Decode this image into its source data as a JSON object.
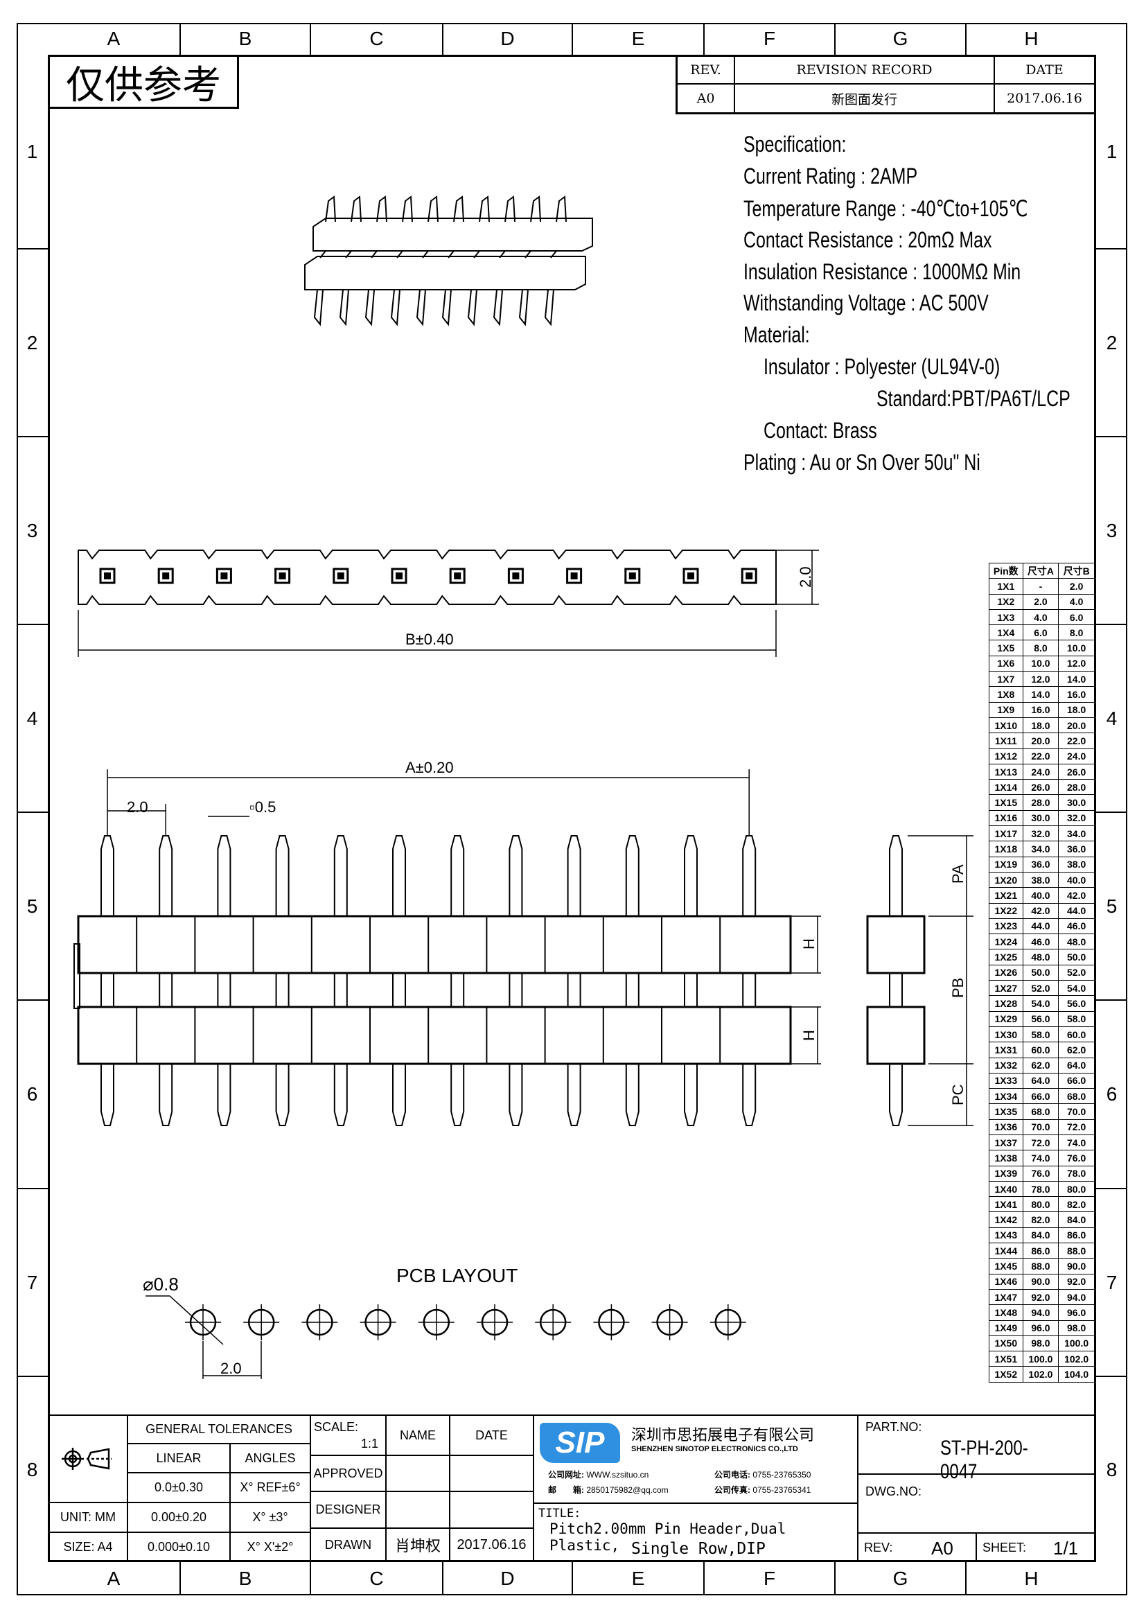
{
  "frame": {
    "columns": [
      "A",
      "B",
      "C",
      "D",
      "E",
      "F",
      "G",
      "H"
    ],
    "rows": [
      "1",
      "2",
      "3",
      "4",
      "5",
      "6",
      "7",
      "8"
    ]
  },
  "stamp": "仅供参考",
  "revision": {
    "headers": [
      "REV.",
      "REVISION RECORD",
      "DATE"
    ],
    "row": [
      "A0",
      "新图面发行",
      "2017.06.16"
    ]
  },
  "spec": {
    "lines": [
      "Specification:",
      "Current Rating : 2AMP",
      "Temperature Range : -40℃to+105℃",
      "Contact Resistance : 20mΩ Max",
      "Insulation Resistance : 1000MΩ Min",
      "Withstanding Voltage : AC 500V",
      "Material:",
      "Insulator : Polyester (UL94V-0)",
      "Standard:PBT/PA6T/LCP",
      "Contact: Brass",
      "Plating : Au or Sn Over 50u\" Ni"
    ]
  },
  "dims": {
    "b": "B±0.40",
    "height": "2.0",
    "a": "A±0.20",
    "pitch": "2.0",
    "pin_sq": "▫0.5",
    "h": "H",
    "pa": "PA",
    "pb": "PB",
    "pc": "PC",
    "pcb_title": "PCB LAYOUT",
    "hole": "⌀0.8",
    "pcb_pitch": "2.0"
  },
  "pin_table": {
    "headers": [
      "Pin数",
      "尺寸A",
      "尺寸B"
    ],
    "rows": [
      [
        "1X1",
        "-",
        "2.0"
      ],
      [
        "1X2",
        "2.0",
        "4.0"
      ],
      [
        "1X3",
        "4.0",
        "6.0"
      ],
      [
        "1X4",
        "6.0",
        "8.0"
      ],
      [
        "1X5",
        "8.0",
        "10.0"
      ],
      [
        "1X6",
        "10.0",
        "12.0"
      ],
      [
        "1X7",
        "12.0",
        "14.0"
      ],
      [
        "1X8",
        "14.0",
        "16.0"
      ],
      [
        "1X9",
        "16.0",
        "18.0"
      ],
      [
        "1X10",
        "18.0",
        "20.0"
      ],
      [
        "1X11",
        "20.0",
        "22.0"
      ],
      [
        "1X12",
        "22.0",
        "24.0"
      ],
      [
        "1X13",
        "24.0",
        "26.0"
      ],
      [
        "1X14",
        "26.0",
        "28.0"
      ],
      [
        "1X15",
        "28.0",
        "30.0"
      ],
      [
        "1X16",
        "30.0",
        "32.0"
      ],
      [
        "1X17",
        "32.0",
        "34.0"
      ],
      [
        "1X18",
        "34.0",
        "36.0"
      ],
      [
        "1X19",
        "36.0",
        "38.0"
      ],
      [
        "1X20",
        "38.0",
        "40.0"
      ],
      [
        "1X21",
        "40.0",
        "42.0"
      ],
      [
        "1X22",
        "42.0",
        "44.0"
      ],
      [
        "1X23",
        "44.0",
        "46.0"
      ],
      [
        "1X24",
        "46.0",
        "48.0"
      ],
      [
        "1X25",
        "48.0",
        "50.0"
      ],
      [
        "1X26",
        "50.0",
        "52.0"
      ],
      [
        "1X27",
        "52.0",
        "54.0"
      ],
      [
        "1X28",
        "54.0",
        "56.0"
      ],
      [
        "1X29",
        "56.0",
        "58.0"
      ],
      [
        "1X30",
        "58.0",
        "60.0"
      ],
      [
        "1X31",
        "60.0",
        "62.0"
      ],
      [
        "1X32",
        "62.0",
        "64.0"
      ],
      [
        "1X33",
        "64.0",
        "66.0"
      ],
      [
        "1X34",
        "66.0",
        "68.0"
      ],
      [
        "1X35",
        "68.0",
        "70.0"
      ],
      [
        "1X36",
        "70.0",
        "72.0"
      ],
      [
        "1X37",
        "72.0",
        "74.0"
      ],
      [
        "1X38",
        "74.0",
        "76.0"
      ],
      [
        "1X39",
        "76.0",
        "78.0"
      ],
      [
        "1X40",
        "78.0",
        "80.0"
      ],
      [
        "1X41",
        "80.0",
        "82.0"
      ],
      [
        "1X42",
        "82.0",
        "84.0"
      ],
      [
        "1X43",
        "84.0",
        "86.0"
      ],
      [
        "1X44",
        "86.0",
        "88.0"
      ],
      [
        "1X45",
        "88.0",
        "90.0"
      ],
      [
        "1X46",
        "90.0",
        "92.0"
      ],
      [
        "1X47",
        "92.0",
        "94.0"
      ],
      [
        "1X48",
        "94.0",
        "96.0"
      ],
      [
        "1X49",
        "96.0",
        "98.0"
      ],
      [
        "1X50",
        "98.0",
        "100.0"
      ],
      [
        "1X51",
        "100.0",
        "102.0"
      ],
      [
        "1X52",
        "102.0",
        "104.0"
      ]
    ]
  },
  "title_block": {
    "general_tolerances": "GENERAL TOLERANCES",
    "linear": "LINEAR",
    "angles": "ANGLES",
    "tol_rows": [
      [
        "0.0±0.30",
        "X° REF±6°"
      ],
      [
        "0.00±0.20",
        "X° ±3°"
      ],
      [
        "0.000±0.10",
        "X° X'±2°"
      ]
    ],
    "unit": "UNIT: MM",
    "size": "SIZE: A4",
    "scale_label": "SCALE:",
    "scale_value": "1:1",
    "name": "NAME",
    "date": "DATE",
    "approved": "APPROVED",
    "designer": "DESIGNER",
    "drawn": "DRAWN",
    "drawn_name": "肖坤权",
    "drawn_date": "2017.06.16",
    "logo_text": "SIP",
    "company_cn": "深圳市思拓展电子有限公司",
    "company_en": "SHENZHEN SINOTOP ELECTRONICS CO.,LTD",
    "web_label": "公司网址:",
    "web": "WWW.szsituo.cn",
    "mail_label": "邮　　箱:",
    "mail": "2850175982@qq.com",
    "tel_label": "公司电话:",
    "tel": "0755-23765350",
    "fax_label": "公司传真:",
    "fax": "0755-23765341",
    "title_label": "TITLE:",
    "title_line1": "Pitch2.00mm Pin Header,Dual Plastic,",
    "title_line2": "Single Row,DIP",
    "part_no_label": "PART.NO:",
    "part_no": "ST-PH-200-0047",
    "dwg_no_label": "DWG.NO:",
    "rev_label": "REV:",
    "rev": "A0",
    "sheet_label": "SHEET:",
    "sheet": "1/1"
  },
  "colors": {
    "logo": "#2f8fe0"
  }
}
